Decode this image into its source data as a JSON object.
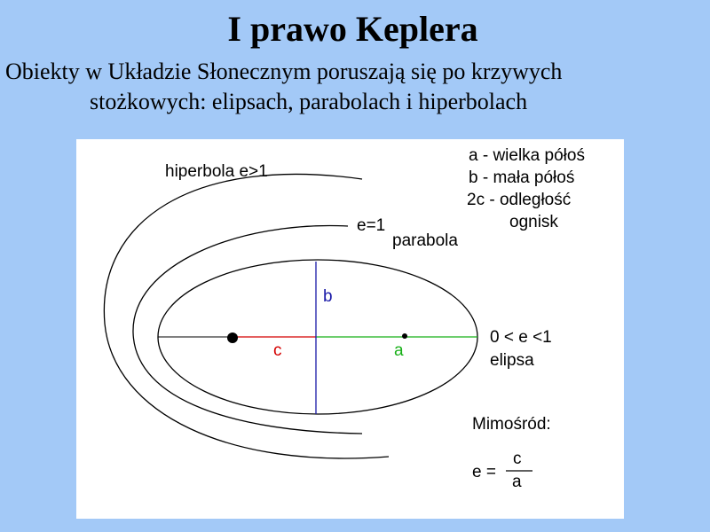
{
  "title": "I prawo Keplera",
  "subtitle": {
    "line1": "Obiekty w Układzie Słonecznym poruszają się po krzywych",
    "line2": "stożkowych: elipsach, parabolach i hiperbolach"
  },
  "diagram": {
    "hyperbola_label": "hiperbola  e>1",
    "parabola_e_label": "e=1",
    "parabola_label": "parabola",
    "legend": {
      "a": "a - wielka półoś",
      "b": "b - mała półoś",
      "c_line1": "2c - odległość",
      "c_line2": "ognisk"
    },
    "b_label": "b",
    "c_label": "c",
    "a_label": "a",
    "ellipse_e_label": "0 < e <1",
    "ellipse_label": "elipsa",
    "eccentricity_title": "Mimośród:",
    "formula": {
      "lhs": "e =",
      "numerator": "c",
      "denominator": "a"
    },
    "colors": {
      "background": "#a3c9f7",
      "b_axis": "#1a1aa8",
      "c_segment": "#d40000",
      "a_segment": "#18b018"
    }
  }
}
